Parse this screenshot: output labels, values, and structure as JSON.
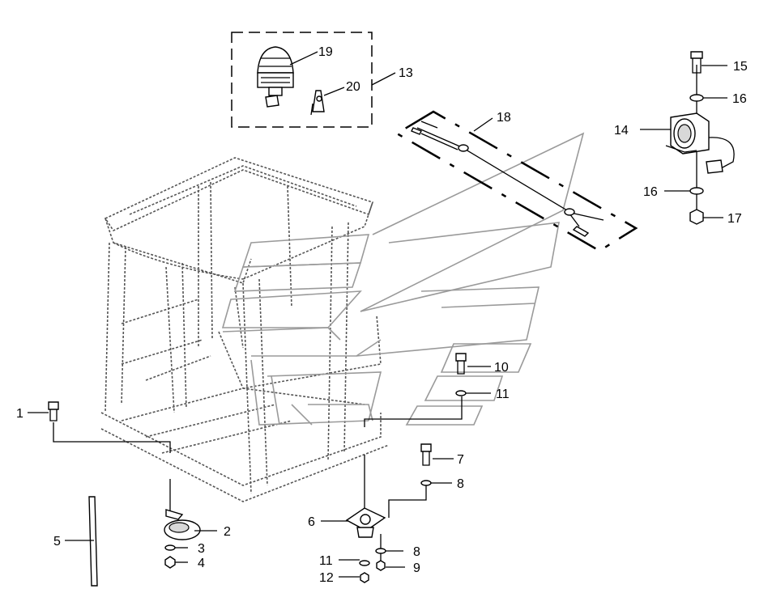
{
  "callouts": {
    "c1": "1",
    "c2": "2",
    "c3": "3",
    "c4": "4",
    "c5": "5",
    "c6": "6",
    "c7": "7",
    "c8a": "8",
    "c8b": "8",
    "c9": "9",
    "c10": "10",
    "c11a": "11",
    "c11b": "11",
    "c12": "12",
    "c13": "13",
    "c14": "14",
    "c15": "15",
    "c16a": "16",
    "c16b": "16",
    "c17": "17",
    "c18": "18",
    "c19": "19",
    "c20": "20"
  }
}
